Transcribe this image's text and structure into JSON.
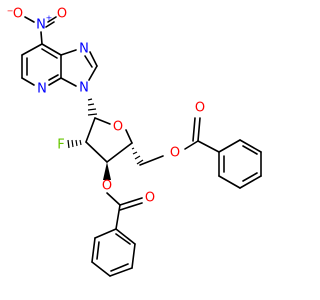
{
  "structure": {
    "atoms": {
      "nitro_o_left": {
        "text": "O",
        "charge": "−"
      },
      "nitro_n": {
        "text": "N",
        "charge": "+"
      },
      "nitro_o_right": {
        "text": "O"
      },
      "imid_n_top": {
        "text": "N"
      },
      "pyr_n": {
        "text": "N"
      },
      "imid_n_ring": {
        "text": "N"
      },
      "fluorine": {
        "text": "F"
      },
      "ring_oxygen": {
        "text": "O"
      },
      "ester_o_upper": {
        "text": "O"
      },
      "carbonyl_o_upper": {
        "text": "O"
      },
      "ester_o_lower": {
        "text": "O"
      },
      "carbonyl_o_lower": {
        "text": "O"
      }
    },
    "stereo_marks": {
      "f_wedge_hash": "hash",
      "c3_o_wedge": "bold",
      "c4_ch2_wedge": "hash",
      "c1_n_wedge": "hash"
    },
    "colors": {
      "carbon_bonds": "#000000",
      "nitrogen": "#0000ff",
      "oxygen": "#ff0000",
      "fluorine": "#66c600"
    }
  }
}
